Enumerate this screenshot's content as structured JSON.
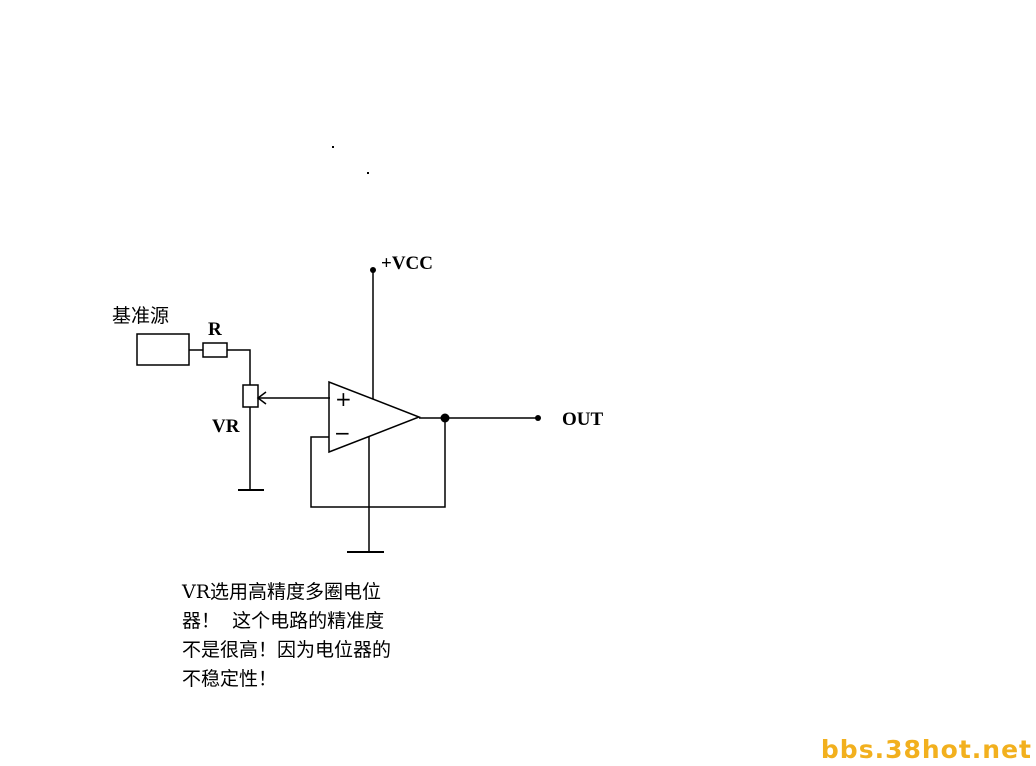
{
  "diagram": {
    "labels": {
      "reference_source": "基准源",
      "resistor": "R",
      "potentiometer": "VR",
      "supply": "+VCC",
      "output": "OUT",
      "plus_input": "+",
      "minus_input": "−"
    },
    "note_lines": [
      "VR选用高精度多圈电位",
      "器！  这个电路的精准度",
      "不是很高！因为电位器的",
      "不稳定性！"
    ]
  },
  "watermark": "bbs.38hot.net",
  "colors": {
    "ink": "#000000",
    "background": "#ffffff",
    "watermark": "#f2b01e"
  }
}
